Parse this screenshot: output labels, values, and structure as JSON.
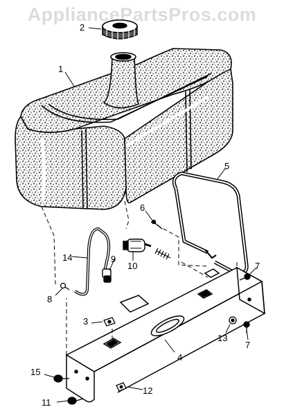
{
  "watermark": "AppliancePartsPros.com",
  "diagram": {
    "callouts": [
      "1",
      "2",
      "3",
      "4",
      "5",
      "6",
      "7",
      "7",
      "8",
      "9",
      "10",
      "11",
      "12",
      "13",
      "14",
      "15"
    ]
  }
}
